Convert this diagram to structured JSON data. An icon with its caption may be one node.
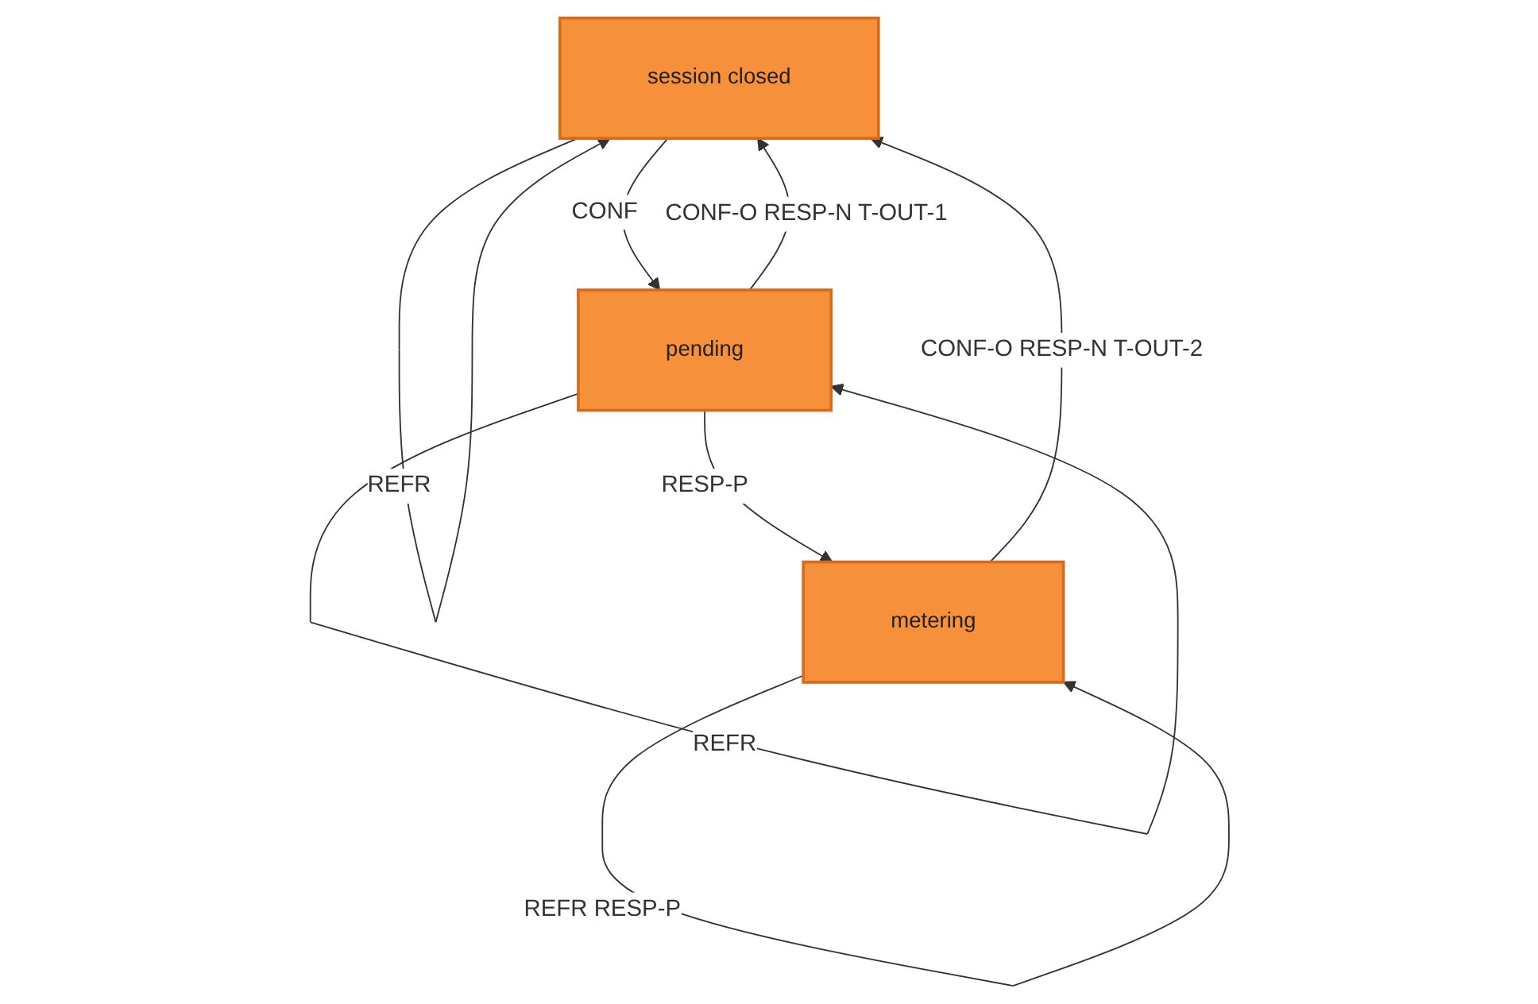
{
  "diagram": {
    "nodes": [
      {
        "text": [
          "session closed"
        ]
      },
      {
        "text": [
          "pending"
        ]
      },
      {
        "text": [
          "metering"
        ]
      }
    ],
    "edges": [
      {
        "from": 0,
        "to": 0,
        "arrow": "to",
        "label": "REFR"
      },
      {
        "from": 0,
        "to": 1,
        "arrow": "to",
        "label": "CONF"
      },
      {
        "from": 1,
        "to": 0,
        "arrow": "to",
        "label": "CONF-O RESP-N T-OUT-1"
      },
      {
        "from": 1,
        "to": 2,
        "arrow": "to",
        "label": "RESP-P"
      },
      {
        "from": 2,
        "to": 0,
        "arrow": "to",
        "label": "CONF-O RESP-N T-OUT-2"
      },
      {
        "from": 2,
        "to": 2,
        "arrow": "to",
        "label": "REFR RESP-P"
      },
      {
        "from": 1,
        "to": 1,
        "arrow": "to",
        "label": "REFR"
      }
    ]
  }
}
